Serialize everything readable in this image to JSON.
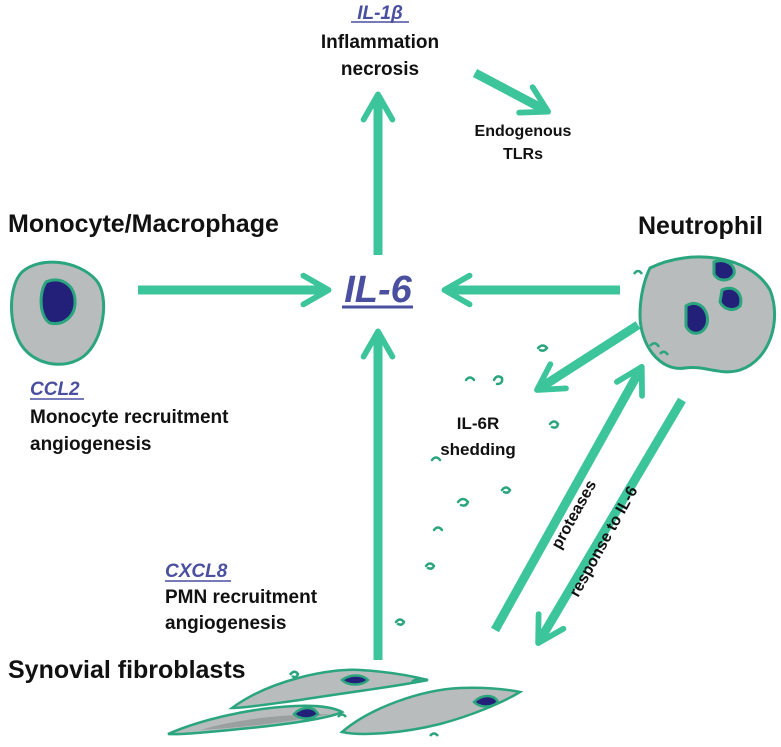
{
  "colors": {
    "arrow": "#3cc49a",
    "gene": "#4a4fa0",
    "cell_fill": "#b8bcbd",
    "cell_stroke": "#2aa57e",
    "nucleus": "#23207a"
  },
  "center": {
    "label": "IL-6"
  },
  "top": {
    "gene": "IL-1β",
    "effect_line1": "Inflammation",
    "effect_line2": "necrosis"
  },
  "endogenous": {
    "line1": "Endogenous",
    "line2": "TLRs"
  },
  "monocyte": {
    "title": "Monocyte/Macrophage",
    "gene": "CCL2",
    "effect_line1": "Monocyte recruitment",
    "effect_line2": "angiogenesis"
  },
  "neutrophil": {
    "title": "Neutrophil"
  },
  "il6r": {
    "line1": "IL-6R",
    "line2": "shedding"
  },
  "fibroblast": {
    "title": "Synovial fibroblasts",
    "gene": "CXCL8",
    "effect_line1": "PMN recruitment",
    "effect_line2": "angiogenesis"
  },
  "diagonal": {
    "up_label": "proteases",
    "down_label": "response to IL-6"
  },
  "icons": {
    "monocyte_cell": "monocyte-cell-icon",
    "neutrophil_cell": "neutrophil-cell-icon",
    "fibroblast_cells": "fibroblast-cells-icon",
    "receptor_fragments": "receptor-fragment-icon"
  }
}
